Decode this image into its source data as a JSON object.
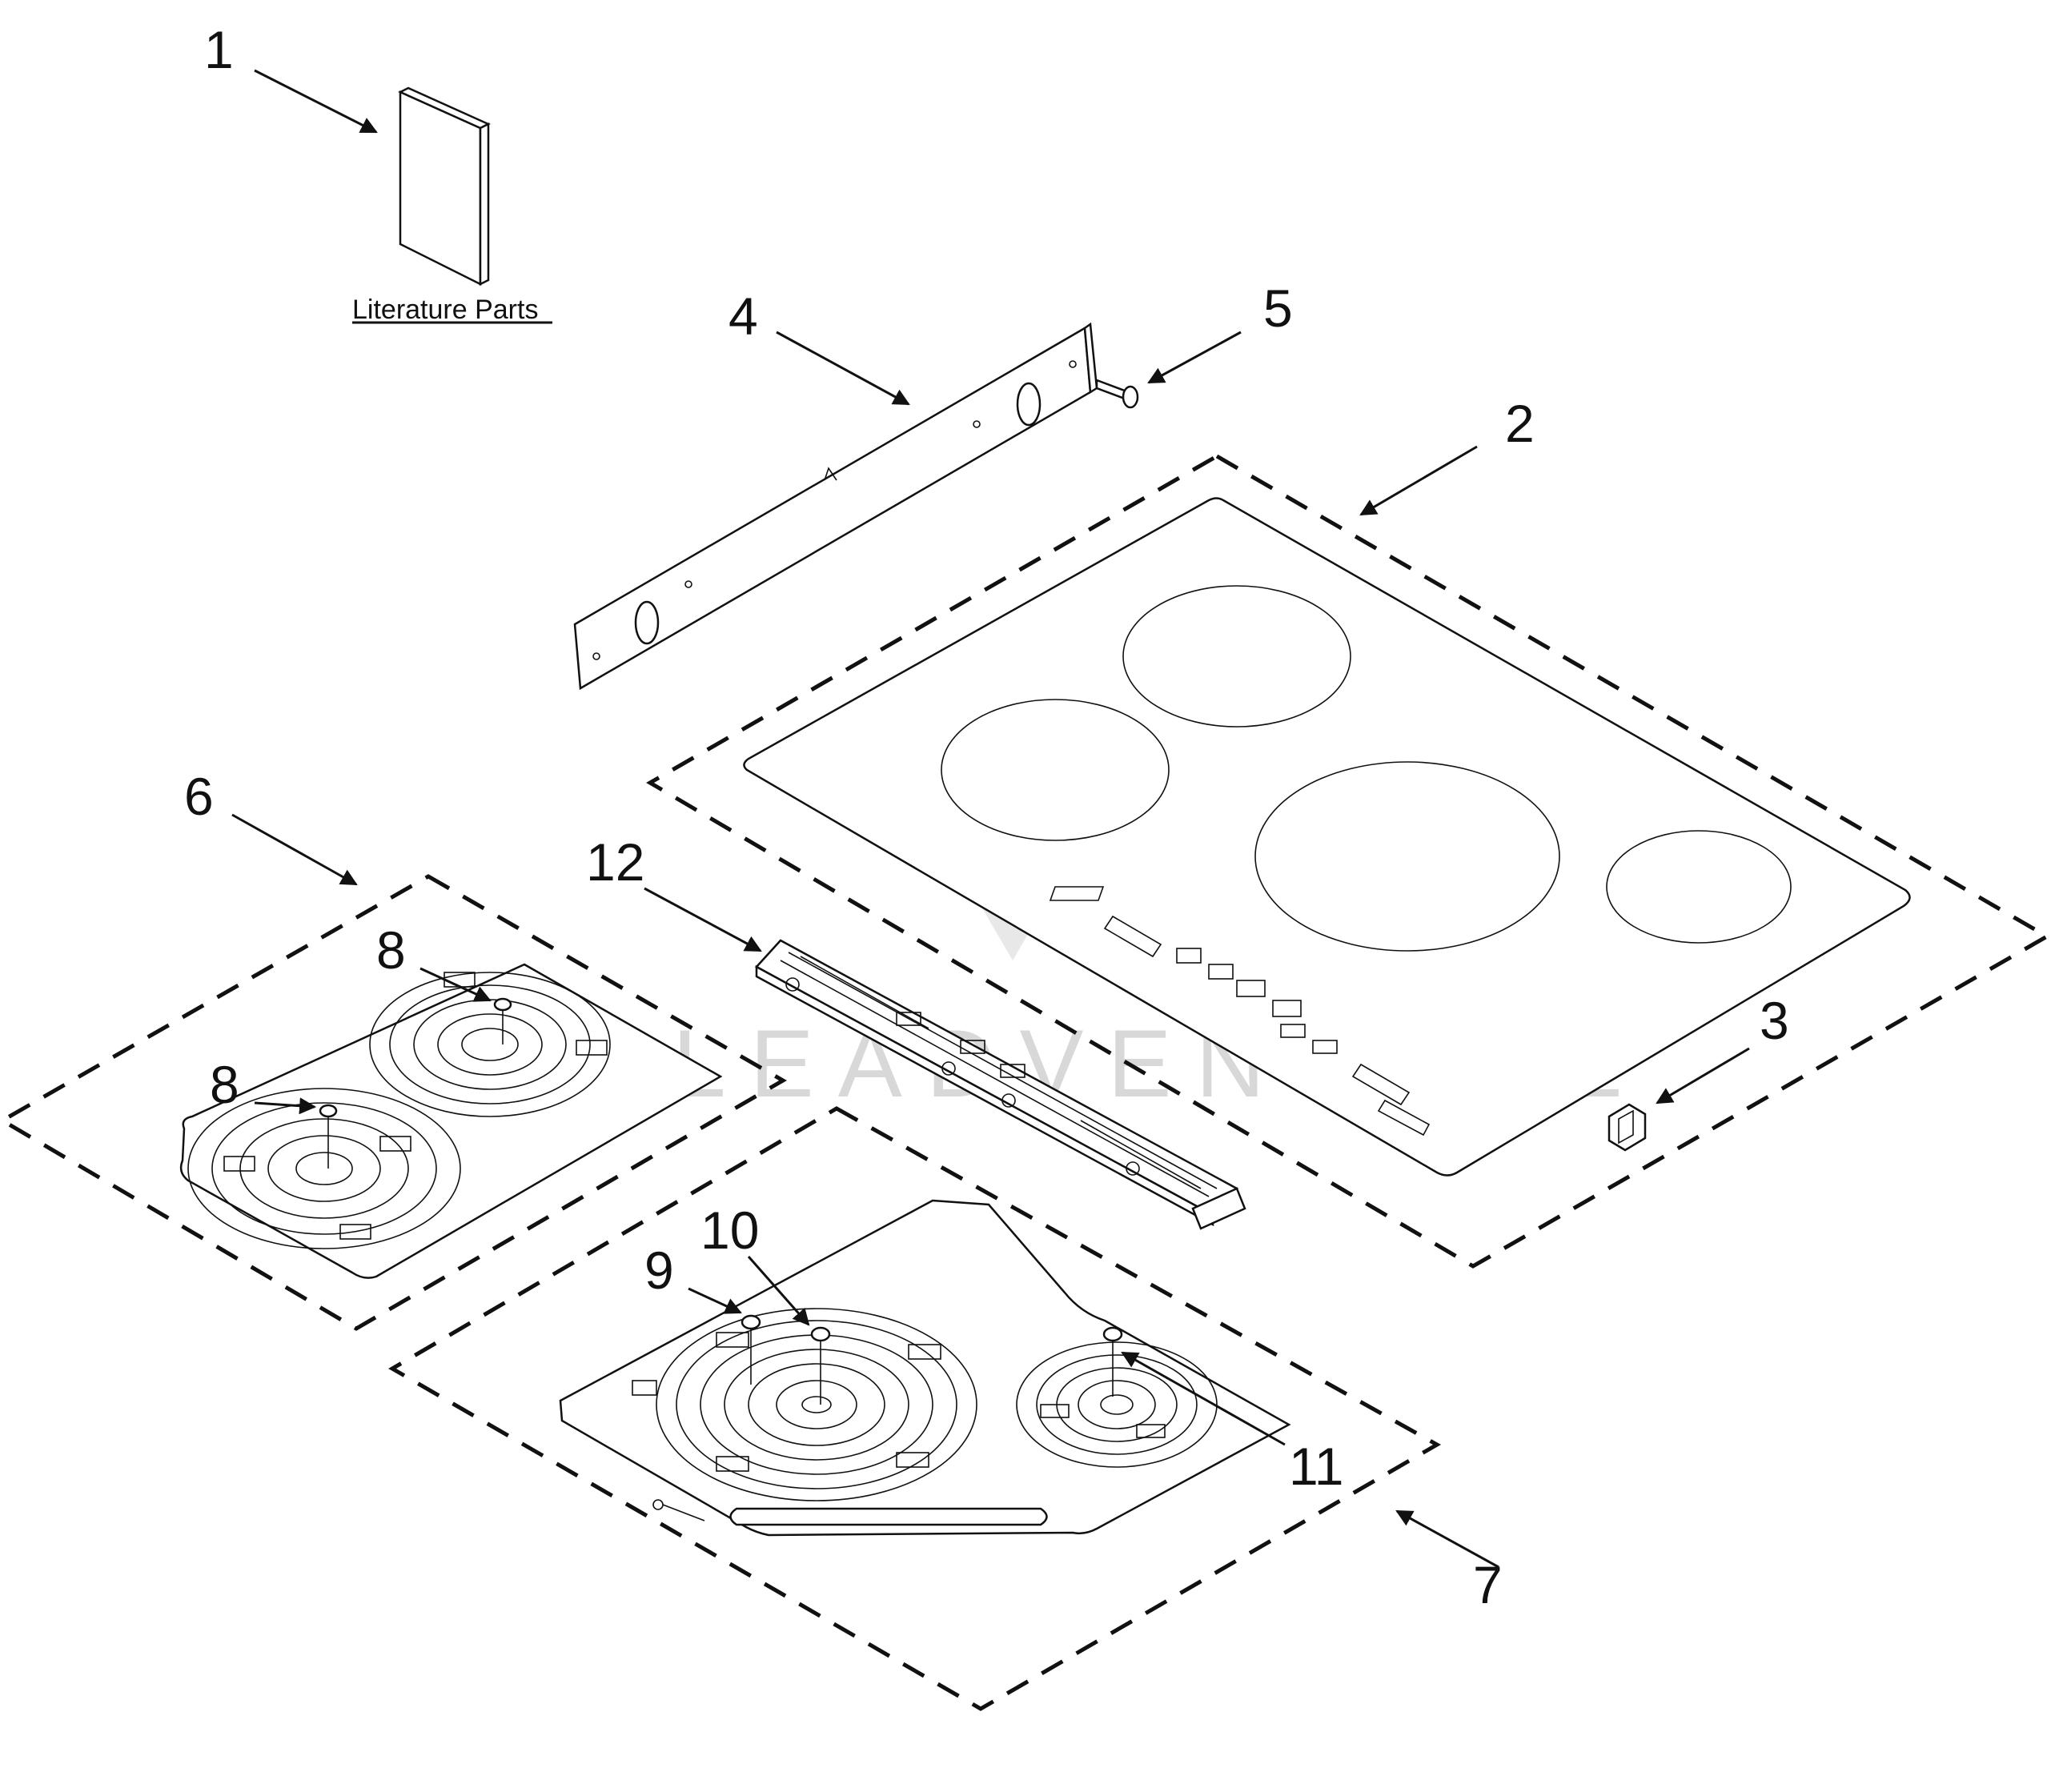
{
  "watermark": "LEADVENTURE",
  "literature_label": "Literature Parts",
  "callouts": {
    "c1": "1",
    "c2": "2",
    "c3": "3",
    "c4": "4",
    "c5": "5",
    "c6": "6",
    "c7": "7",
    "c8a": "8",
    "c8b": "8",
    "c9": "9",
    "c10": "10",
    "c11": "11",
    "c12": "12"
  }
}
